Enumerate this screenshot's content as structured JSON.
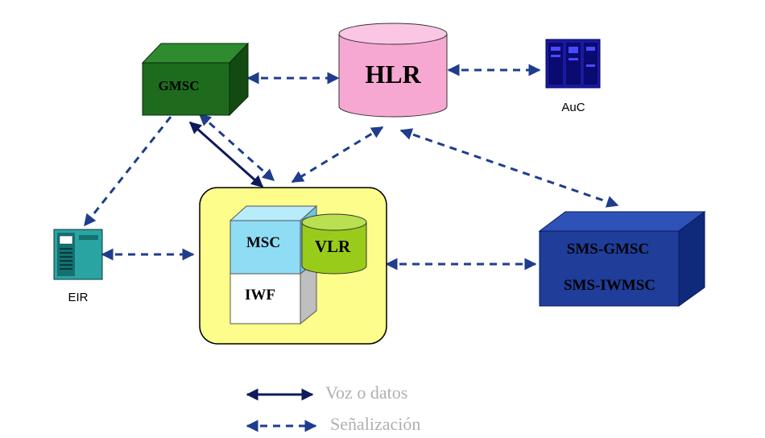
{
  "nodes": {
    "gmsc": "GMSC",
    "hlr": "HLR",
    "auc": "AuC",
    "eir": "EIR",
    "msc": "MSC",
    "vlr": "VLR",
    "iwf": "IWF",
    "sms_gmsc": "SMS-GMSC",
    "sms_iwmsc": "SMS-IWMSC"
  },
  "legend": {
    "voice": "Voz o datos",
    "signaling": "Señalización"
  },
  "colors": {
    "arrow": "#1f3d8c",
    "voice_arrow": "#0d1a5c",
    "gmsc": "#1e6b1e",
    "hlr": "#f7a8d2",
    "msc": "#8fdcf5",
    "vlr": "#99cc1a",
    "sms_box": "#1f3d99",
    "msc_area": "#fdfd8c"
  }
}
